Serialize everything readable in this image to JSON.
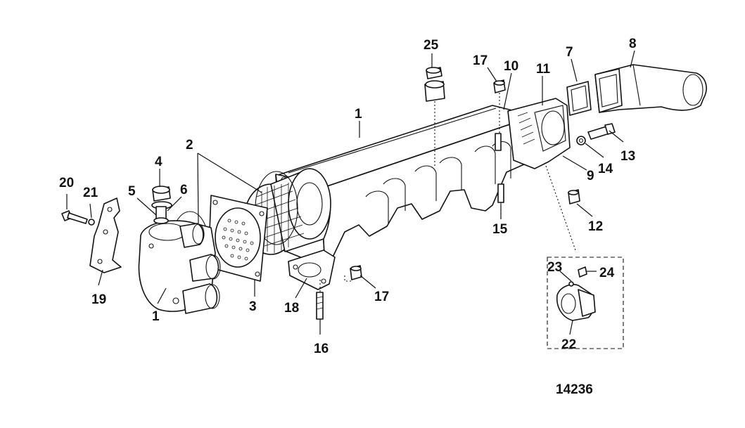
{
  "callouts": {
    "c1_top": "1",
    "c1_bottom": "1",
    "c2": "2",
    "c3": "3",
    "c4": "4",
    "c5": "5",
    "c6": "6",
    "c7": "7",
    "c8": "8",
    "c9": "9",
    "c10": "10",
    "c11": "11",
    "c12": "12",
    "c13": "13",
    "c14": "14",
    "c15": "15",
    "c16": "16",
    "c17_top": "17",
    "c17_bottom": "17",
    "c18": "18",
    "c19": "19",
    "c20": "20",
    "c21": "21",
    "c22": "22",
    "c23": "23",
    "c24": "24",
    "c25": "25"
  },
  "figure_number": "14236"
}
